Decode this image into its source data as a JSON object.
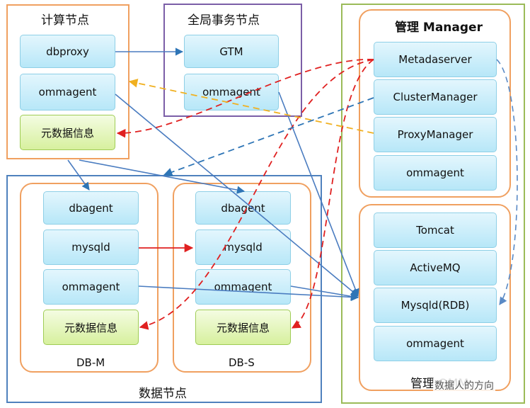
{
  "compute": {
    "title": "计算节点",
    "dbproxy": "dbproxy",
    "ommagent": "ommagent",
    "meta": "元数据信息"
  },
  "gtm": {
    "title": "全局事务节点",
    "gtm": "GTM",
    "ommagent": "ommagent"
  },
  "manager": {
    "title": "管理 Manager",
    "metadataserver": "Metadaserver",
    "clustermanager": "ClusterManager",
    "proxymanager": "ProxyManager",
    "ommagent": "ommagent"
  },
  "omm": {
    "title": "管理 OMM",
    "tomcat": "Tomcat",
    "activemq": "ActiveMQ",
    "mysqlrdb": "Mysqld(RDB)",
    "ommagent": "ommagent"
  },
  "data": {
    "title": "数据节点"
  },
  "dbm": {
    "label": "DB-M",
    "dbagent": "dbagent",
    "mysqld": "mysqld",
    "ommagent": "ommagent",
    "meta": "元数据信息"
  },
  "dbs": {
    "label": "DB-S",
    "dbagent": "dbagent",
    "mysqld": "mysqld",
    "ommagent": "ommagent",
    "meta": "元数据信息"
  },
  "watermark": "数据人的方向",
  "colors": {
    "compute_border": "#f0a060",
    "gtm_border": "#7b5ea7",
    "manager_border": "#9bbb59",
    "data_border": "#4f81bd",
    "red": "#e02020",
    "orange": "#f0b020",
    "blue": "#2e75b6"
  }
}
